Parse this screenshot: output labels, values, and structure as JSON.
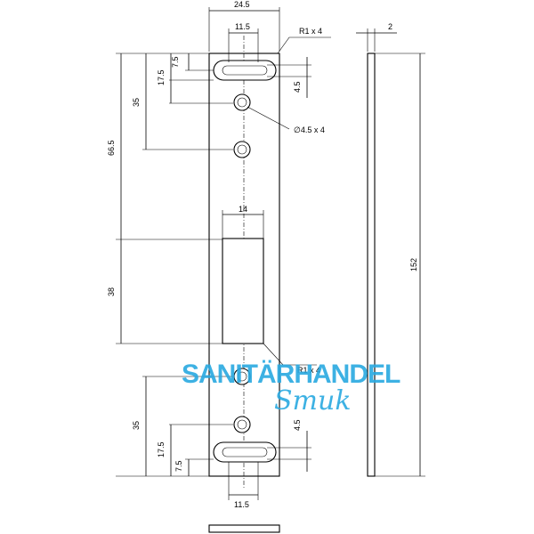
{
  "dimensions": {
    "plate_width": "24.5",
    "slot_spacing_top": "11.5",
    "slot_radius_top": "R1 x 4",
    "slot_height_top": "7.5",
    "slot_to_hole_top": "17.5",
    "slot_offset_top": "4.5",
    "hole_pitch_top": "35",
    "hole_diameter": "∅4.5 x 4",
    "upper_span": "66.5",
    "opening_width": "14",
    "opening_height": "38",
    "radius_lower": "R1 x 4",
    "hole_pitch_bottom": "35",
    "slot_offset_bottom": "4.5",
    "slot_to_hole_bottom": "17.5",
    "slot_height_bottom": "7.5",
    "slot_spacing_bottom": "11.5",
    "thickness": "2",
    "overall_length": "152"
  },
  "watermark": {
    "line1": "SANITÄRHANDEL",
    "line2": "Smuk",
    "color": "#29a9e1"
  }
}
